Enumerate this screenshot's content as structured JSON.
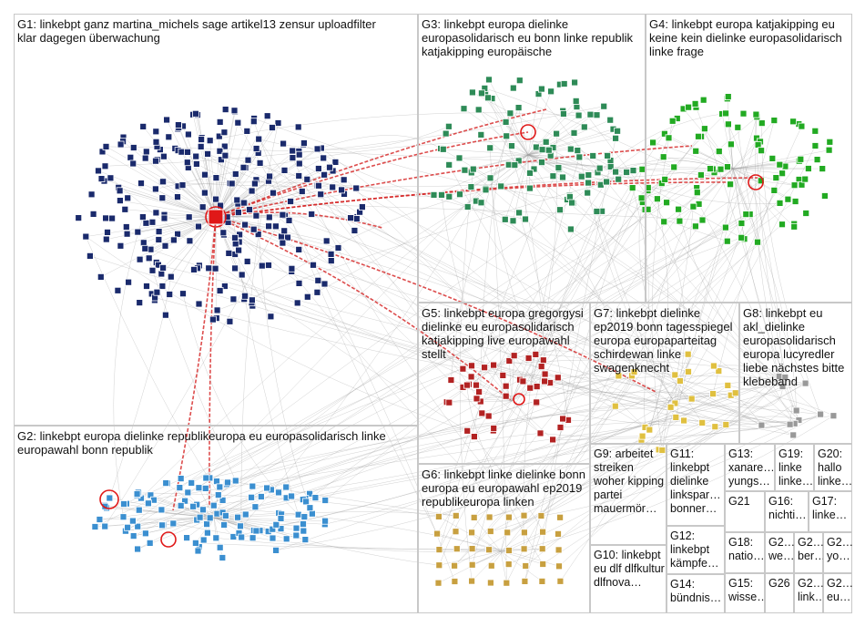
{
  "groups": [
    {
      "id": "G1",
      "label": "G1: linkebpt ganz martina_michels sage artikel13 zensur uploadfilter klar dagegen überwachung",
      "node_color": "#1a2a6c"
    },
    {
      "id": "G2",
      "label": "G2: linkebpt europa dielinke republikeuropa eu europasolidarisch linke europawahl bonn republik",
      "node_color": "#3b8fd0"
    },
    {
      "id": "G3",
      "label": "G3: linkebpt europa dielinke europasolidarisch eu bonn linke republik katjakipping europäische",
      "node_color": "#2e8b57"
    },
    {
      "id": "G4",
      "label": "G4: linkebpt europa katjakipping eu keine kein dielinke europasolidarisch linke frage",
      "node_color": "#22aa22"
    },
    {
      "id": "G5",
      "label": "G5: linkebpt europa gregorgysi dielinke eu europasolidarisch katjakipping live europawahl stellt",
      "node_color": "#b22222"
    },
    {
      "id": "G6",
      "label": "G6: linkebpt linke dielinke bonn europa eu europawahl ep2019 republikeuropa linken",
      "node_color": "#c8a040"
    },
    {
      "id": "G7",
      "label": "G7: linkebpt dielinke ep2019 bonn tagesspiegel europa europaparteitag schirdewan linke swagenknecht",
      "node_color": "#e0c040"
    },
    {
      "id": "G8",
      "label": "G8: linkebpt eu akl_dielinke europasolidarisch europa lucyredler liebe nächstes bitte klebeband",
      "node_color": "#999999"
    },
    {
      "id": "G9",
      "label": "G9: arbeitet streiken woher kipping partei mauermör…",
      "node_color": "#c080c0"
    },
    {
      "id": "G10",
      "label": "G10: linkebpt eu dlf dlfkultur dlfnova…",
      "node_color": "#bbbbbb"
    },
    {
      "id": "G11",
      "label": "G11: linkebpt dielinke linkspar… bonner…",
      "node_color": "#bbbbbb"
    },
    {
      "id": "G12",
      "label": "G12: linkebpt kämpfe…",
      "node_color": "#bbbbbb"
    },
    {
      "id": "G13",
      "label": "G13: xanare… yungs…",
      "node_color": "#bbbbbb"
    },
    {
      "id": "G14",
      "label": "G14: bündnis…",
      "node_color": "#bbbbbb"
    },
    {
      "id": "G15",
      "label": "G15: wisse…",
      "node_color": "#bbbbbb"
    },
    {
      "id": "G16",
      "label": "G16: nichti…",
      "node_color": "#bbbbbb"
    },
    {
      "id": "G17",
      "label": "G17: linke…",
      "node_color": "#bbbbbb"
    },
    {
      "id": "G18",
      "label": "G18: natio…",
      "node_color": "#bbbbbb"
    },
    {
      "id": "G19",
      "label": "G19: linke linke…",
      "node_color": "#bbbbbb"
    },
    {
      "id": "G20",
      "label": "G20: hallo linke…",
      "node_color": "#bbbbbb"
    },
    {
      "id": "G21",
      "label": "G21",
      "node_color": "#bbbbbb"
    },
    {
      "id": "G22",
      "label": "G2… we…",
      "node_color": "#bbbbbb"
    },
    {
      "id": "G23",
      "label": "G2… ber…",
      "node_color": "#bbbbbb"
    },
    {
      "id": "G24",
      "label": "G2… yo…",
      "node_color": "#bbbbbb"
    },
    {
      "id": "G25",
      "label": "G2… eu…",
      "node_color": "#bbbbbb"
    },
    {
      "id": "G26",
      "label": "G26",
      "node_color": "#bbbbbb"
    },
    {
      "id": "G27",
      "label": "G2… link…",
      "node_color": "#bbbbbb"
    }
  ],
  "colors": {
    "edge_gray": "#9a9a9a",
    "edge_red": "#d42020",
    "box_border": "#c8c8c8",
    "hub_red": "#e01818"
  }
}
